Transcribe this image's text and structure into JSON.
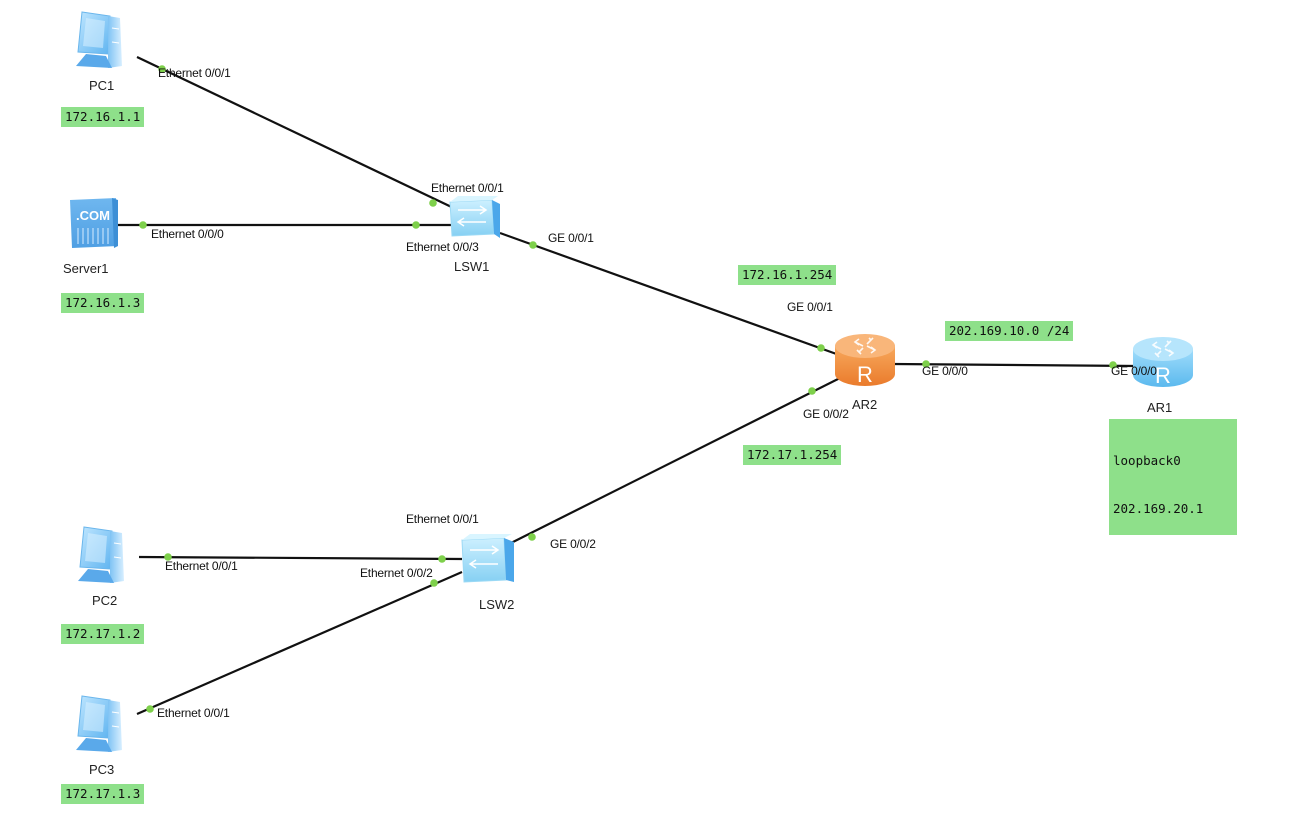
{
  "devices": {
    "pc1": {
      "name": "PC1",
      "ip": "172.16.1.1",
      "type": "pc"
    },
    "server1": {
      "name": "Server1",
      "ip": "172.16.1.3",
      "type": "server",
      "badge": ".COM"
    },
    "lsw1": {
      "name": "LSW1",
      "type": "switch"
    },
    "ar2": {
      "name": "AR2",
      "type": "router",
      "glyph": "R"
    },
    "ar1": {
      "name": "AR1",
      "type": "router",
      "glyph": "R",
      "loopback_name": "loopback0",
      "loopback_ip": "202.169.20.1"
    },
    "lsw2": {
      "name": "LSW2",
      "type": "switch"
    },
    "pc2": {
      "name": "PC2",
      "ip": "172.17.1.2",
      "type": "pc"
    },
    "pc3": {
      "name": "PC3",
      "ip": "172.17.1.3",
      "type": "pc"
    }
  },
  "networks": {
    "ar2_g001": "172.16.1.254",
    "ar2_g002": "172.17.1.254",
    "wan": "202.169.10.0 /24"
  },
  "ports": {
    "pc1_eth": "Ethernet 0/0/1",
    "lsw1_e001": "Ethernet 0/0/1",
    "server1_eth": "Ethernet 0/0/0",
    "lsw1_e003": "Ethernet 0/0/3",
    "lsw1_ge001": "GE 0/0/1",
    "ar2_ge001": "GE 0/0/1",
    "ar2_ge000": "GE 0/0/0",
    "ar1_ge000": "GE 0/0/0",
    "ar2_ge002": "GE 0/0/2",
    "lsw2_ge002": "GE 0/0/2",
    "lsw2_e001": "Ethernet 0/0/1",
    "lsw2_e002": "Ethernet 0/0/2",
    "pc2_eth": "Ethernet 0/0/1",
    "pc3_eth": "Ethernet 0/0/1"
  },
  "links": [
    {
      "from": "PC1",
      "from_port": "Ethernet 0/0/1",
      "to": "LSW1",
      "to_port": "Ethernet 0/0/1"
    },
    {
      "from": "Server1",
      "from_port": "Ethernet 0/0/0",
      "to": "LSW1",
      "to_port": "Ethernet 0/0/3"
    },
    {
      "from": "LSW1",
      "from_port": "GE 0/0/1",
      "to": "AR2",
      "to_port": "GE 0/0/1"
    },
    {
      "from": "AR2",
      "from_port": "GE 0/0/0",
      "to": "AR1",
      "to_port": "GE 0/0/0"
    },
    {
      "from": "AR2",
      "from_port": "GE 0/0/2",
      "to": "LSW2",
      "to_port": "GE 0/0/2"
    },
    {
      "from": "PC2",
      "from_port": "Ethernet 0/0/1",
      "to": "LSW2",
      "to_port": "Ethernet 0/0/1"
    },
    {
      "from": "PC3",
      "from_port": "Ethernet 0/0/1",
      "to": "LSW2",
      "to_port": "Ethernet 0/0/2"
    }
  ],
  "colors": {
    "link": "#111111",
    "port_dot": "#7ed04b",
    "ip_tag_bg": "#8ee08a",
    "router_core": "#f0883a",
    "router_edge_device": "#6fc3f0",
    "switch": "#8fd4f5",
    "pc": "#7cc4f2"
  }
}
